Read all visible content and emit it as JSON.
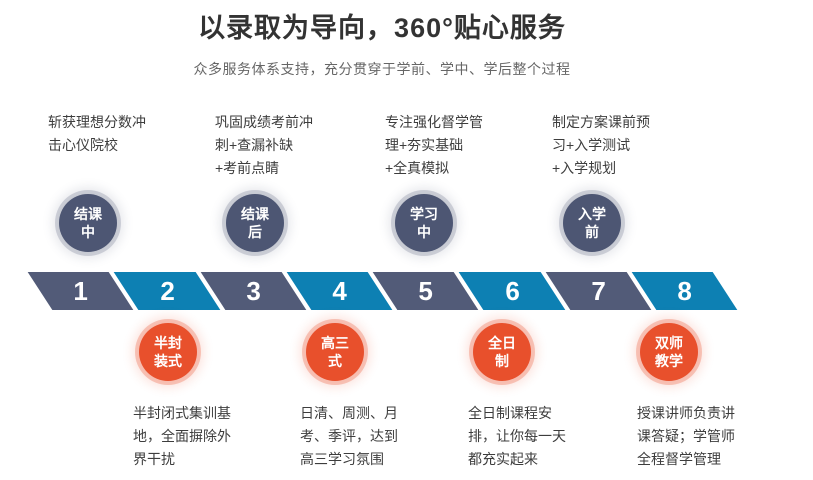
{
  "page": {
    "title": "以录取为导向，360°贴心服务",
    "subtitle": "众多服务体系支持，充分贯穿于学前、学中、学后整个过程"
  },
  "colors": {
    "title_text": "#333333",
    "subtitle_text": "#666666",
    "body_text": "#3d3d3d",
    "phase_circle": "#4d5673",
    "mode_circle": "#e8502c",
    "band_slate": "#525b78",
    "band_teal": "#0d80b3"
  },
  "timeline": {
    "steps": [
      "1",
      "2",
      "3",
      "4",
      "5",
      "6",
      "7",
      "8"
    ],
    "top_phases": [
      {
        "circle": [
          "结课",
          "中"
        ],
        "desc_lines": [
          "斩获理想分数冲",
          "击心仪院校",
          ""
        ]
      },
      {
        "circle": [
          "结课",
          "后"
        ],
        "desc_lines": [
          "巩固成绩考前冲",
          "刺+查漏补缺",
          "+考前点睛"
        ]
      },
      {
        "circle": [
          "学习",
          "中"
        ],
        "desc_lines": [
          "专注强化督学管",
          "理+夯实基础",
          "+全真模拟"
        ]
      },
      {
        "circle": [
          "入学",
          "前"
        ],
        "desc_lines": [
          "制定方案课前预",
          "习+入学测试",
          "+入学规划"
        ]
      }
    ],
    "bottom_phases": [
      {
        "circle": [
          "半封",
          "装式"
        ],
        "desc_lines": [
          "半封闭式集训基",
          "地，全面摒除外",
          "界干扰"
        ]
      },
      {
        "circle": [
          "高三",
          "式"
        ],
        "desc_lines": [
          "日清、周测、月",
          "考、季评，达到",
          "高三学习氛围"
        ]
      },
      {
        "circle": [
          "全日",
          "制"
        ],
        "desc_lines": [
          "全日制课程安",
          "排，让你每一天",
          "都充实起来"
        ]
      },
      {
        "circle": [
          "双师",
          "教学"
        ],
        "desc_lines": [
          "授课讲师负责讲",
          "课答疑；学管师",
          "全程督学管理"
        ]
      }
    ]
  }
}
